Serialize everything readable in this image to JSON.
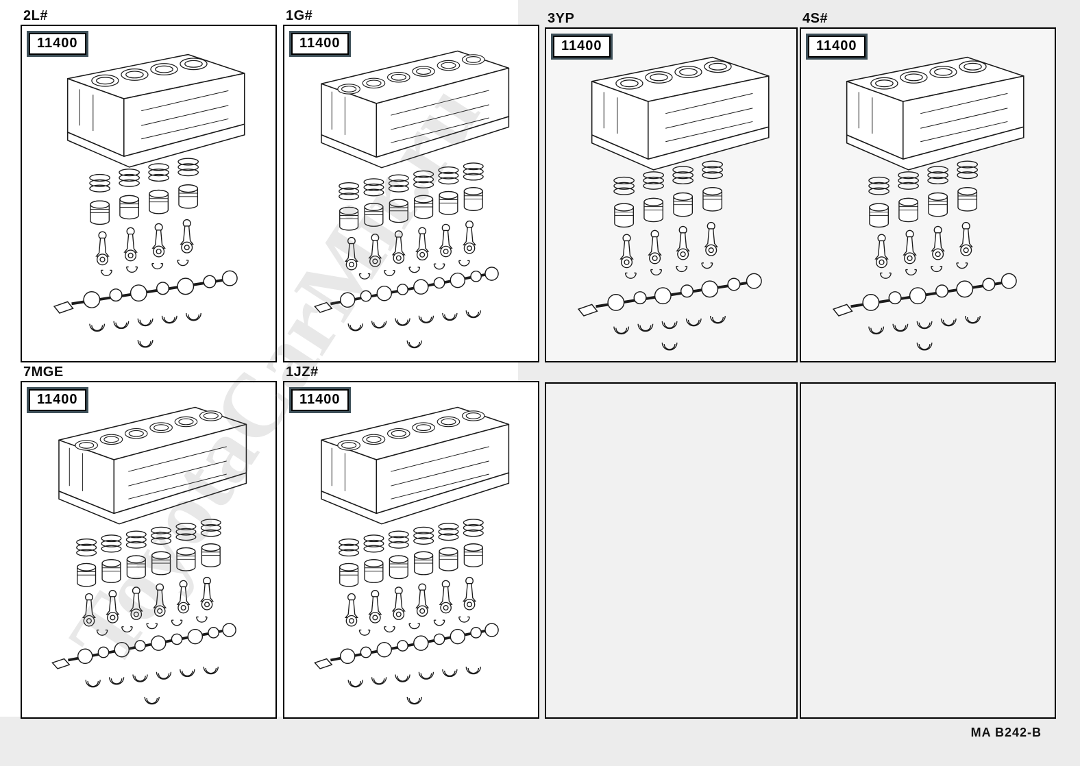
{
  "page": {
    "watermark": "ToyotaCarMir.ru",
    "footer_code": "MA B242-B"
  },
  "panels": [
    {
      "code": "2L#",
      "part_number": "11400",
      "illustration": "short-block-4cyl"
    },
    {
      "code": "1G#",
      "part_number": "11400",
      "illustration": "short-block-6cyl"
    },
    {
      "code": "3YP",
      "part_number": "11400",
      "illustration": "short-block-4cyl"
    },
    {
      "code": "4S#",
      "part_number": "11400",
      "illustration": "short-block-4cyl"
    },
    {
      "code": "7MGE",
      "part_number": "11400",
      "illustration": "short-block-6cyl"
    },
    {
      "code": "1JZ#",
      "part_number": "11400",
      "illustration": "short-block-6cyl"
    }
  ]
}
